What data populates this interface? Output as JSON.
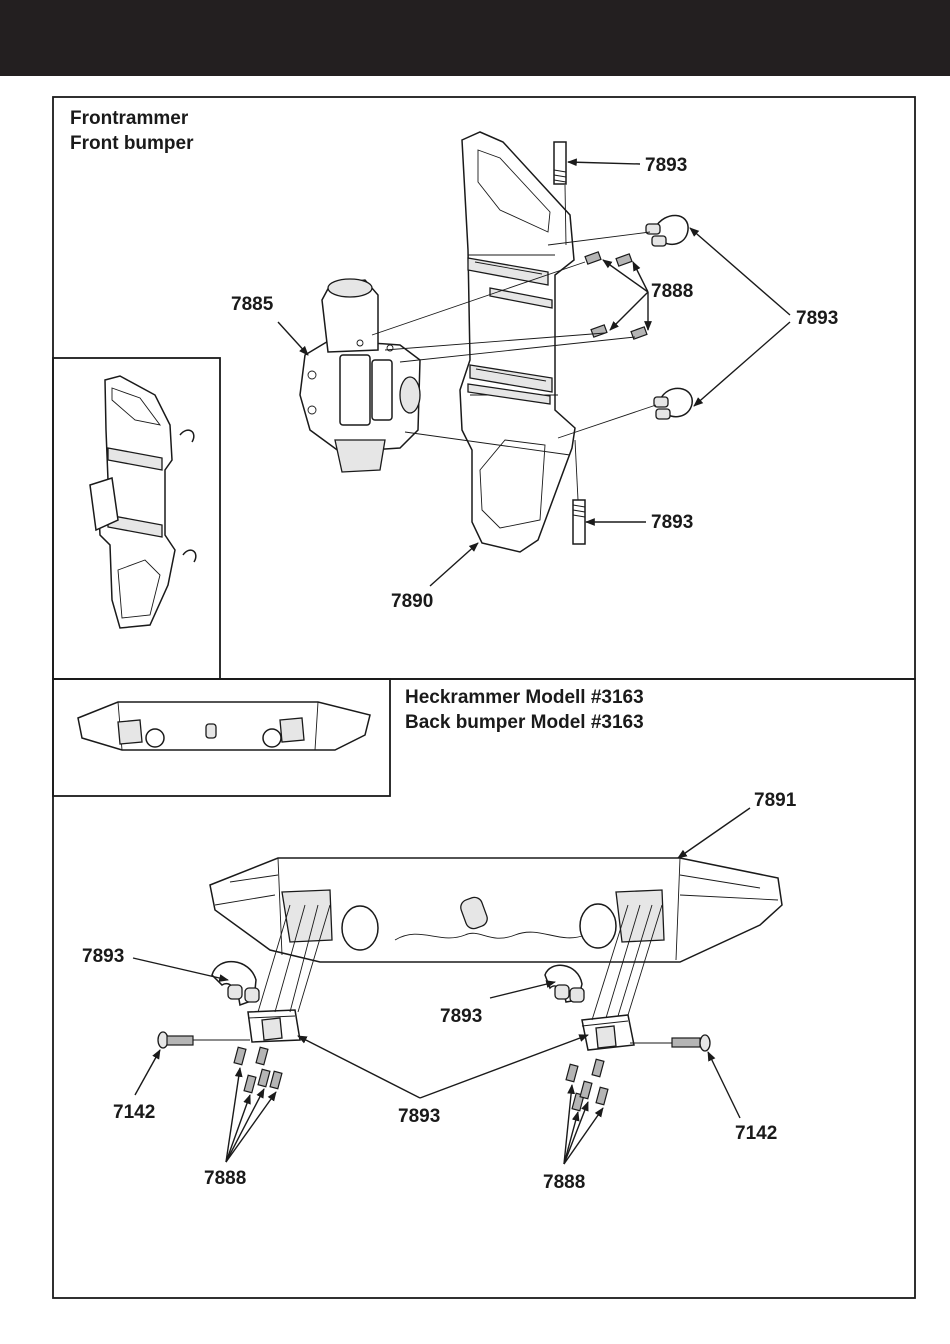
{
  "front_section": {
    "title_de": "Frontrammer",
    "title_en": "Front bumper",
    "labels": {
      "shackle_bolt_top": "7893",
      "screws": "7888",
      "winch": "7885",
      "shackles": "7893",
      "shackle_bolt_bottom": "7893",
      "bumper": "7890"
    }
  },
  "back_section": {
    "title_de": "Heckrammer Modell #3163",
    "title_en": "Back bumper Model #3163",
    "labels": {
      "bumper": "7891",
      "shackle_left": "7893",
      "shackle_right": "7893",
      "mounts": "7893",
      "bolt_left": "7142",
      "bolt_right": "7142",
      "screws_left": "7888",
      "screws_right": "7888"
    }
  }
}
